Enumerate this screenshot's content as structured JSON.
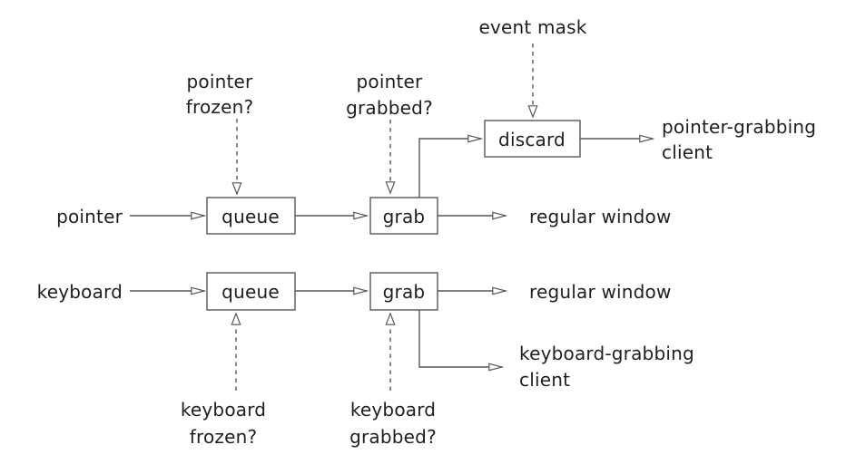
{
  "colors": {
    "background": "#ffffff",
    "line": "#575757",
    "text": "#1f1f1f"
  },
  "annotations": {
    "event_mask": "event mask",
    "pointer_frozen": [
      "pointer",
      "frozen?"
    ],
    "pointer_grabbed": [
      "pointer",
      "grabbed?"
    ],
    "keyboard_frozen": [
      "keyboard",
      "frozen?"
    ],
    "keyboard_grabbed": [
      "keyboard",
      "grabbed?"
    ]
  },
  "sources": {
    "pointer": "pointer",
    "keyboard": "keyboard"
  },
  "nodes": {
    "discard": "discard",
    "pointer_queue": "queue",
    "pointer_grab": "grab",
    "keyboard_queue": "queue",
    "keyboard_grab": "grab"
  },
  "sinks": {
    "pointer_grabbing_client": [
      "pointer-grabbing",
      "client"
    ],
    "pointer_regular_window": "regular window",
    "keyboard_regular_window": "regular window",
    "keyboard_grabbing_client": [
      "keyboard-grabbing",
      "client"
    ]
  }
}
